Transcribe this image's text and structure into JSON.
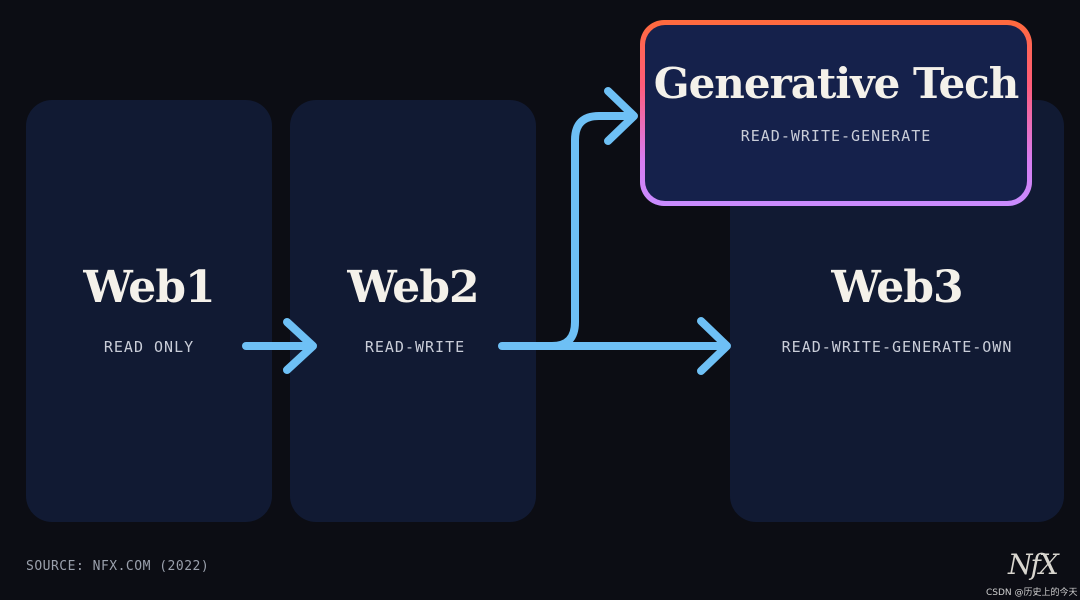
{
  "cards": {
    "web1": {
      "title": "Web1",
      "subtitle": "READ ONLY"
    },
    "web2": {
      "title": "Web2",
      "subtitle": "READ-WRITE"
    },
    "web3": {
      "title": "Web3",
      "subtitle": "READ-WRITE-GENERATE-OWN"
    },
    "generative": {
      "title": "Generative Tech",
      "subtitle": "READ-WRITE-GENERATE"
    }
  },
  "footer": {
    "source": "SOURCE: NFX.COM (2022)",
    "logo": "NfX",
    "watermark": "CSDN @历史上的今天"
  },
  "colors": {
    "background": "#0c0d14",
    "card": "#111a33",
    "highlight_card": "#15214b",
    "arrow": "#6ec0f5",
    "highlight_border_top": "#ff6a3d",
    "highlight_border_bottom": "#c98cff"
  }
}
